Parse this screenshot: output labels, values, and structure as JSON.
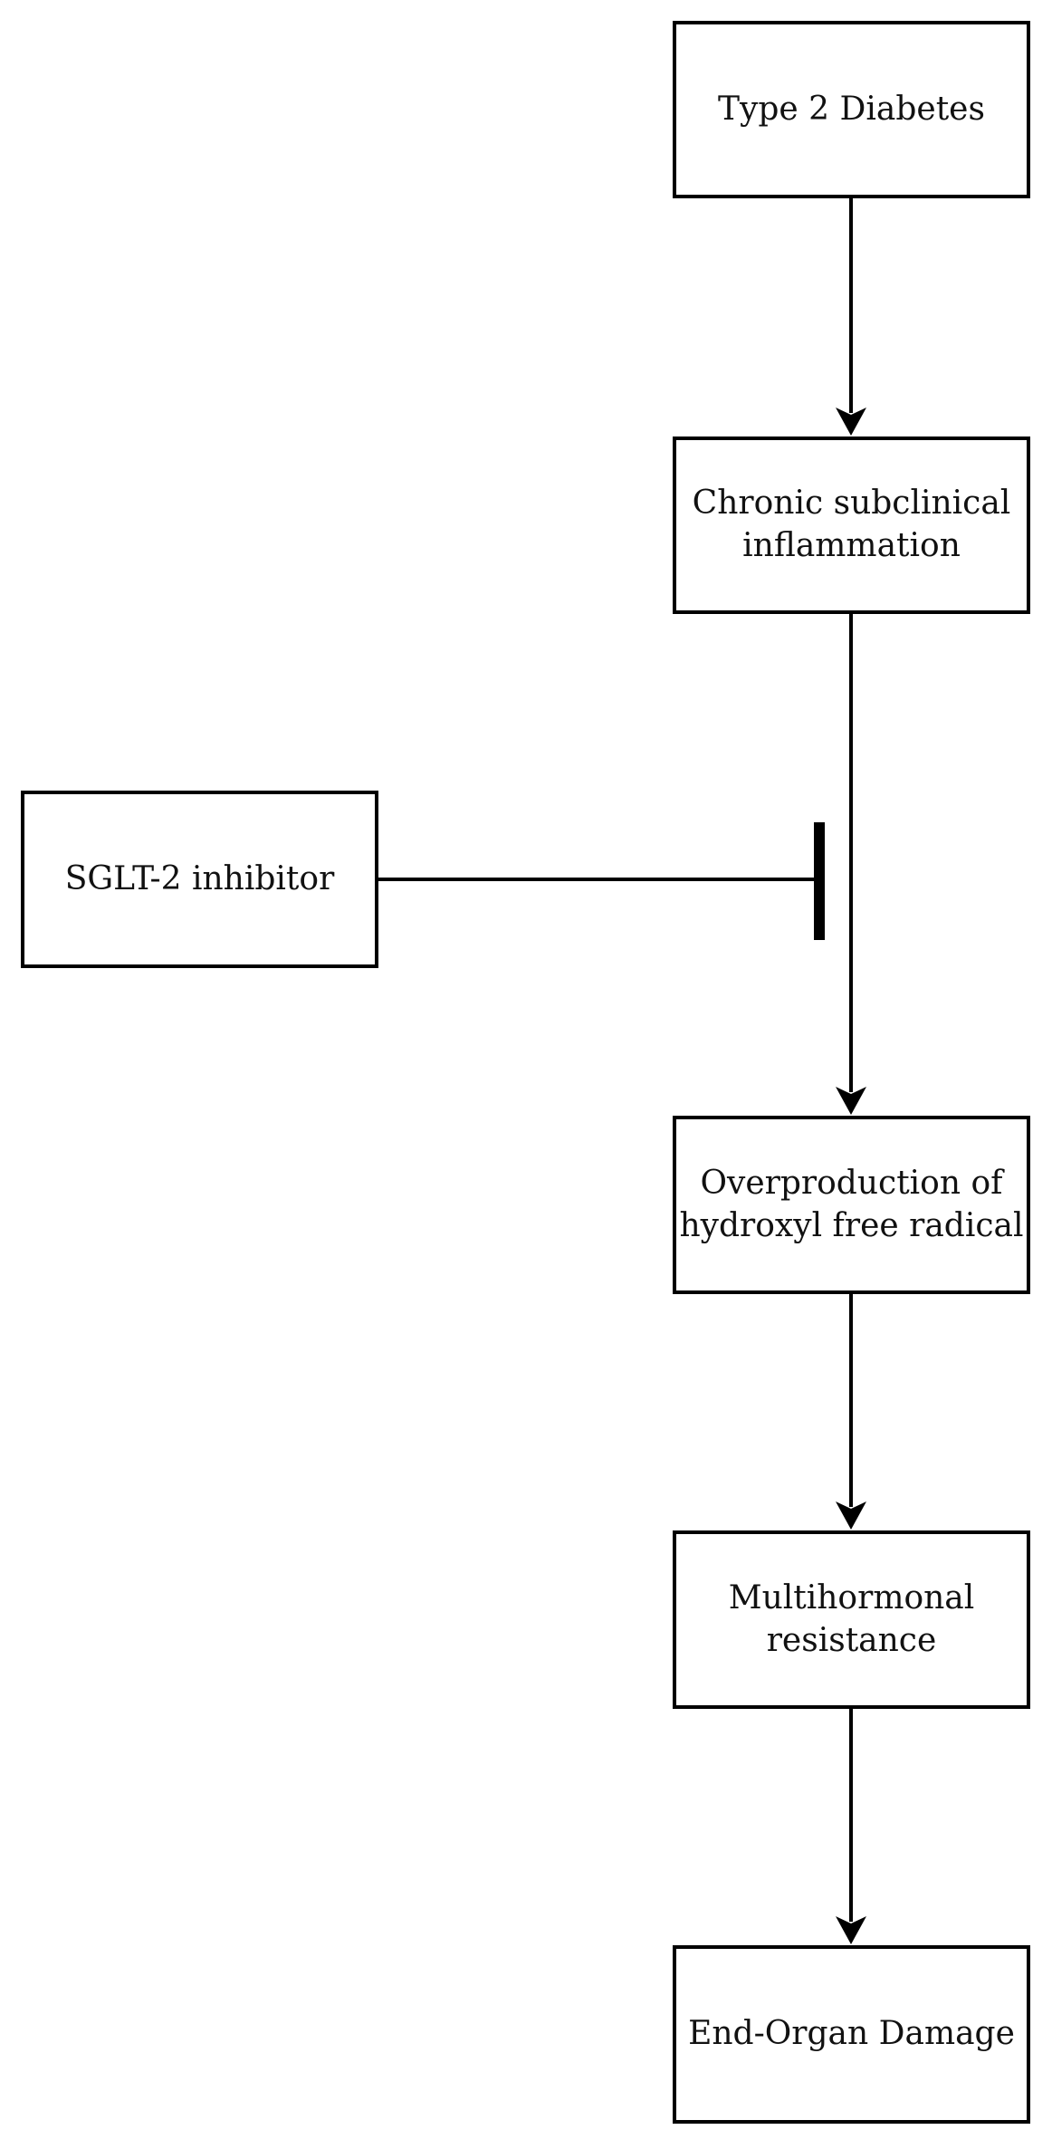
{
  "figure": {
    "type": "flowchart",
    "colors": {
      "background": "#ffffff",
      "line": "#000000",
      "box_border": "#000000",
      "box_fill": "#ffffff",
      "text": "#111111"
    },
    "nodes": [
      {
        "id": "type-2-diabetes",
        "label": "Type 2 Diabetes"
      },
      {
        "id": "chronic-subclinical-inflammation",
        "label": "Chronic subclinical inflammation"
      },
      {
        "id": "sglt-2-inhibitor",
        "label": "SGLT-2 inhibitor"
      },
      {
        "id": "overproduction-of-hydroxyl-free-radical",
        "label": "Overproduction of hydroxyl free radical"
      },
      {
        "id": "multihormonal-resistance",
        "label": "Multihormonal resistance"
      },
      {
        "id": "end-organ-damage",
        "label": "End-Organ Damage"
      }
    ],
    "edges": [
      {
        "from": "Type 2 Diabetes",
        "to": "Chronic subclinical inflammation",
        "type": "arrow"
      },
      {
        "from": "Chronic subclinical inflammation",
        "to": "Overproduction of hydroxyl free radical",
        "type": "arrow"
      },
      {
        "from": "SGLT-2 inhibitor",
        "to": "flow line between Chronic subclinical inflammation and Overproduction of hydroxyl free radical",
        "type": "inhibition-tbar"
      },
      {
        "from": "Overproduction of hydroxyl free radical",
        "to": "Multihormonal resistance",
        "type": "arrow"
      },
      {
        "from": "Multihormonal resistance",
        "to": "End-Organ Damage",
        "type": "arrow"
      }
    ]
  }
}
